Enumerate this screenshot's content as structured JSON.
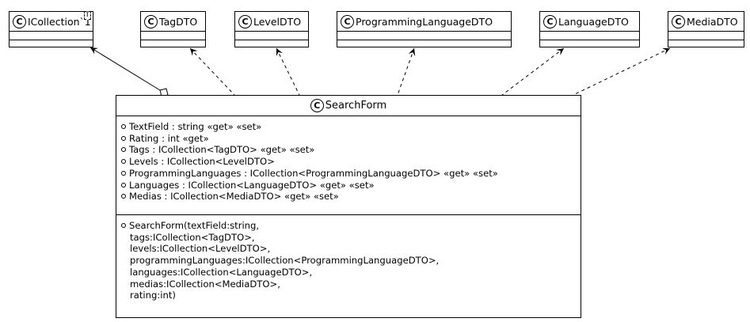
{
  "classes": [
    {
      "id": "icollection",
      "name": "ICollection`1",
      "generic": "T"
    },
    {
      "id": "tagdto",
      "name": "TagDTO"
    },
    {
      "id": "leveldto",
      "name": "LevelDTO"
    },
    {
      "id": "programminglanguagedto",
      "name": "ProgrammingLanguageDTO"
    },
    {
      "id": "languagedto",
      "name": "LanguageDTO"
    },
    {
      "id": "mediadto",
      "name": "MediaDTO"
    }
  ],
  "class_badge": "C",
  "main_class": {
    "name": "SearchForm",
    "attributes": [
      "TextField : string «get» «set»",
      "Rating : int «get»",
      "Tags : ICollection<TagDTO> «get» «set»",
      "Levels : ICollection<LevelDTO>",
      "ProgrammingLanguages : ICollection<ProgrammingLanguageDTO> «get» «set»",
      "Languages : ICollection<LanguageDTO> «get» «set»",
      "Medias : ICollection<MediaDTO> «get» «set»"
    ],
    "constructor": {
      "first_line": "SearchForm(textField:string,",
      "continuation": [
        "tags:ICollection<TagDTO>,",
        "levels:ICollection<LevelDTO>,",
        "programmingLanguages:ICollection<ProgrammingLanguageDTO>,",
        "languages:ICollection<LanguageDTO>,",
        "medias:ICollection<MediaDTO>,",
        "rating:int)"
      ]
    }
  },
  "relations": [
    {
      "from": "SearchForm",
      "to": "ICollection`1",
      "kind": "aggregation"
    },
    {
      "from": "SearchForm",
      "to": "TagDTO",
      "kind": "dependency"
    },
    {
      "from": "SearchForm",
      "to": "LevelDTO",
      "kind": "dependency"
    },
    {
      "from": "SearchForm",
      "to": "ProgrammingLanguageDTO",
      "kind": "dependency"
    },
    {
      "from": "SearchForm",
      "to": "LanguageDTO",
      "kind": "dependency"
    },
    {
      "from": "SearchForm",
      "to": "MediaDTO",
      "kind": "dependency"
    }
  ]
}
